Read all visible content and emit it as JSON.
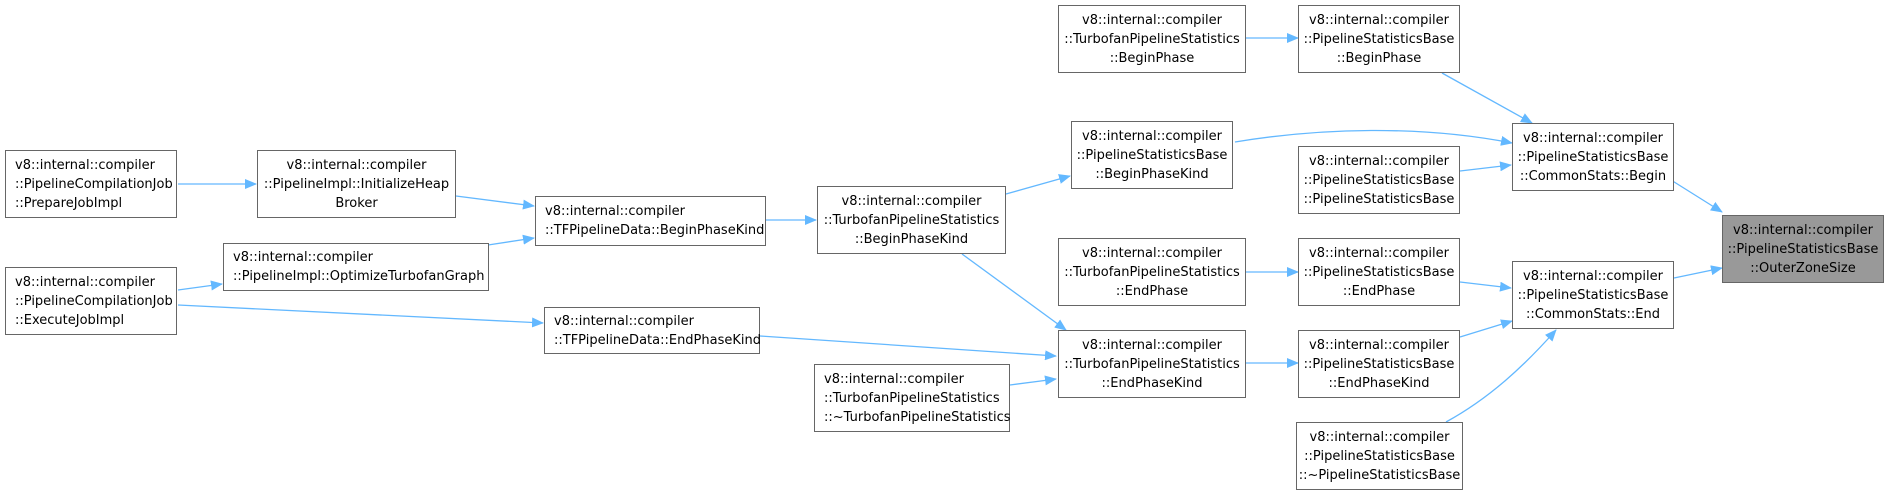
{
  "colors": {
    "edge": "#63b8ff",
    "focus_fill": "#999999",
    "node_border": "#666666"
  },
  "nodes": {
    "n_tps_beginphase": {
      "lines": [
        "v8::internal::compiler",
        "::TurbofanPipelineStatistics",
        "::BeginPhase"
      ]
    },
    "n_psb_beginphase": {
      "lines": [
        "v8::internal::compiler",
        "::PipelineStatisticsBase",
        "::BeginPhase"
      ]
    },
    "n_psb_beginphasekind": {
      "lines": [
        "v8::internal::compiler",
        "::PipelineStatisticsBase",
        "::BeginPhaseKind"
      ]
    },
    "n_psb_ctor": {
      "lines": [
        "v8::internal::compiler",
        "::PipelineStatisticsBase",
        "::PipelineStatisticsBase"
      ]
    },
    "n_cs_begin": {
      "lines": [
        "v8::internal::compiler",
        "::PipelineStatisticsBase",
        "::CommonStats::Begin"
      ]
    },
    "n_outerzonesize": {
      "lines": [
        "v8::internal::compiler",
        "::PipelineStatisticsBase",
        "::OuterZoneSize"
      ]
    },
    "n_pcj_preparejobimpl": {
      "lines": [
        "v8::internal::compiler",
        "::PipelineCompilationJob",
        "::PrepareJobImpl"
      ]
    },
    "n_pi_initheapbroker": {
      "lines": [
        "v8::internal::compiler",
        "::PipelineImpl::InitializeHeap",
        "Broker"
      ]
    },
    "n_tfpd_beginphasekind": {
      "lines": [
        "v8::internal::compiler",
        "::TFPipelineData::BeginPhaseKind"
      ]
    },
    "n_tps_beginphasekind": {
      "lines": [
        "v8::internal::compiler",
        "::TurbofanPipelineStatistics",
        "::BeginPhaseKind"
      ]
    },
    "n_pi_optimize": {
      "lines": [
        "v8::internal::compiler",
        "::PipelineImpl::OptimizeTurbofanGraph"
      ]
    },
    "n_pcj_executejobimpl": {
      "lines": [
        "v8::internal::compiler",
        "::PipelineCompilationJob",
        "::ExecuteJobImpl"
      ]
    },
    "n_tps_endphase": {
      "lines": [
        "v8::internal::compiler",
        "::TurbofanPipelineStatistics",
        "::EndPhase"
      ]
    },
    "n_psb_endphase": {
      "lines": [
        "v8::internal::compiler",
        "::PipelineStatisticsBase",
        "::EndPhase"
      ]
    },
    "n_cs_end": {
      "lines": [
        "v8::internal::compiler",
        "::PipelineStatisticsBase",
        "::CommonStats::End"
      ]
    },
    "n_tfpd_endphasekind": {
      "lines": [
        "v8::internal::compiler",
        "::TFPipelineData::EndPhaseKind"
      ]
    },
    "n_tps_endphasekind": {
      "lines": [
        "v8::internal::compiler",
        "::TurbofanPipelineStatistics",
        "::EndPhaseKind"
      ]
    },
    "n_psb_endphasekind": {
      "lines": [
        "v8::internal::compiler",
        "::PipelineStatisticsBase",
        "::EndPhaseKind"
      ]
    },
    "n_tps_dtor": {
      "lines": [
        "v8::internal::compiler",
        "::TurbofanPipelineStatistics",
        "::~TurbofanPipelineStatistics"
      ]
    },
    "n_psb_dtor": {
      "lines": [
        "v8::internal::compiler",
        "::PipelineStatisticsBase",
        "::~PipelineStatisticsBase"
      ]
    }
  }
}
